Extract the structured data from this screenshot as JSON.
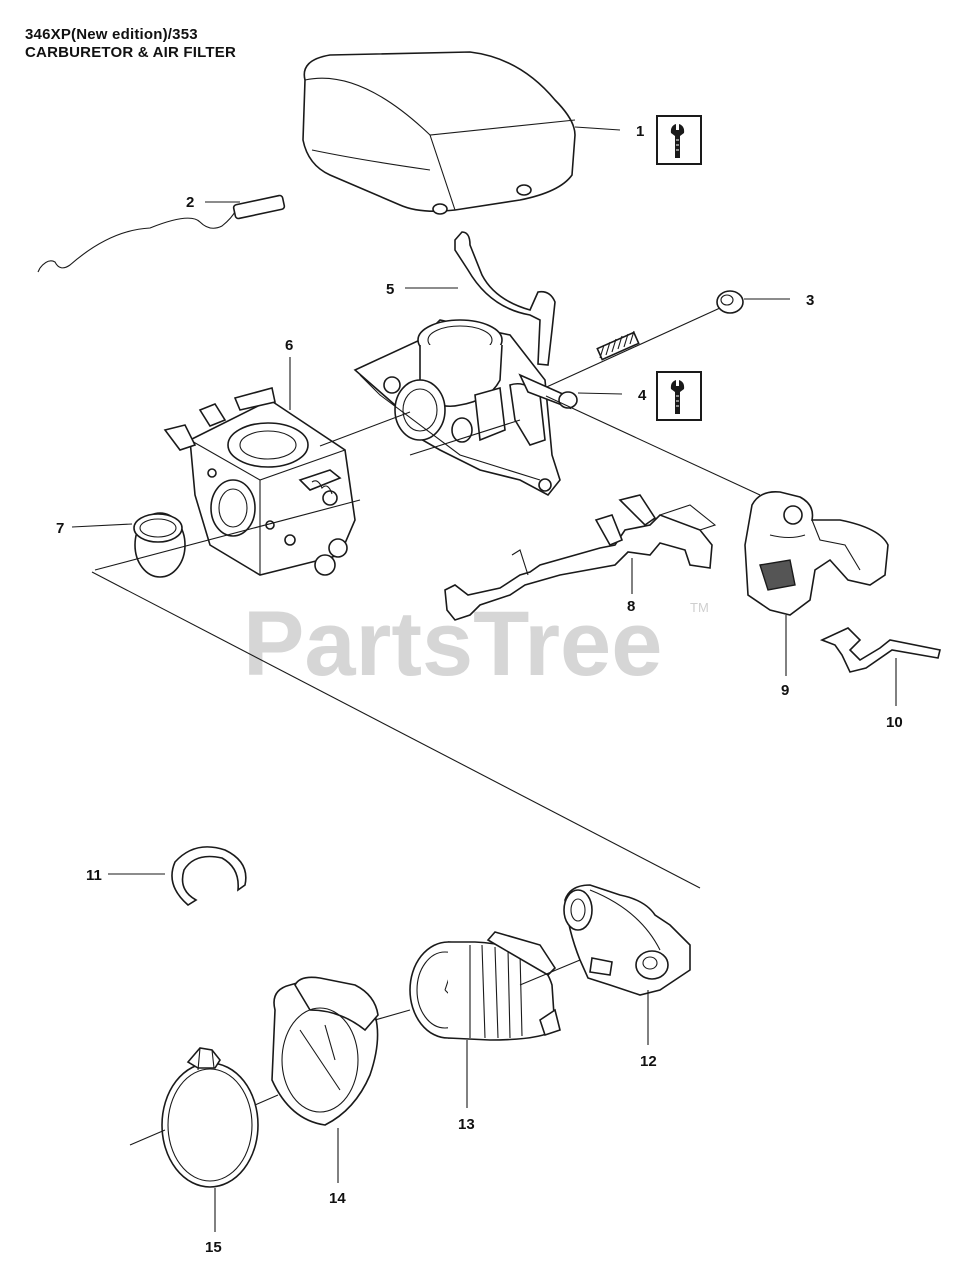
{
  "header": {
    "model_line": "346XP(New edition)/353",
    "section_title": "CARBURETOR & AIR FILTER"
  },
  "watermark": {
    "brand": "PartsTree",
    "trademark": "TM"
  },
  "callouts": [
    "1",
    "2",
    "3",
    "4",
    "5",
    "6",
    "7",
    "8",
    "9",
    "10",
    "11",
    "12",
    "13",
    "14",
    "15"
  ],
  "tool_badges": [
    {
      "part": "1",
      "icon": "wrench-icon"
    },
    {
      "part": "4",
      "icon": "wrench-icon"
    }
  ]
}
